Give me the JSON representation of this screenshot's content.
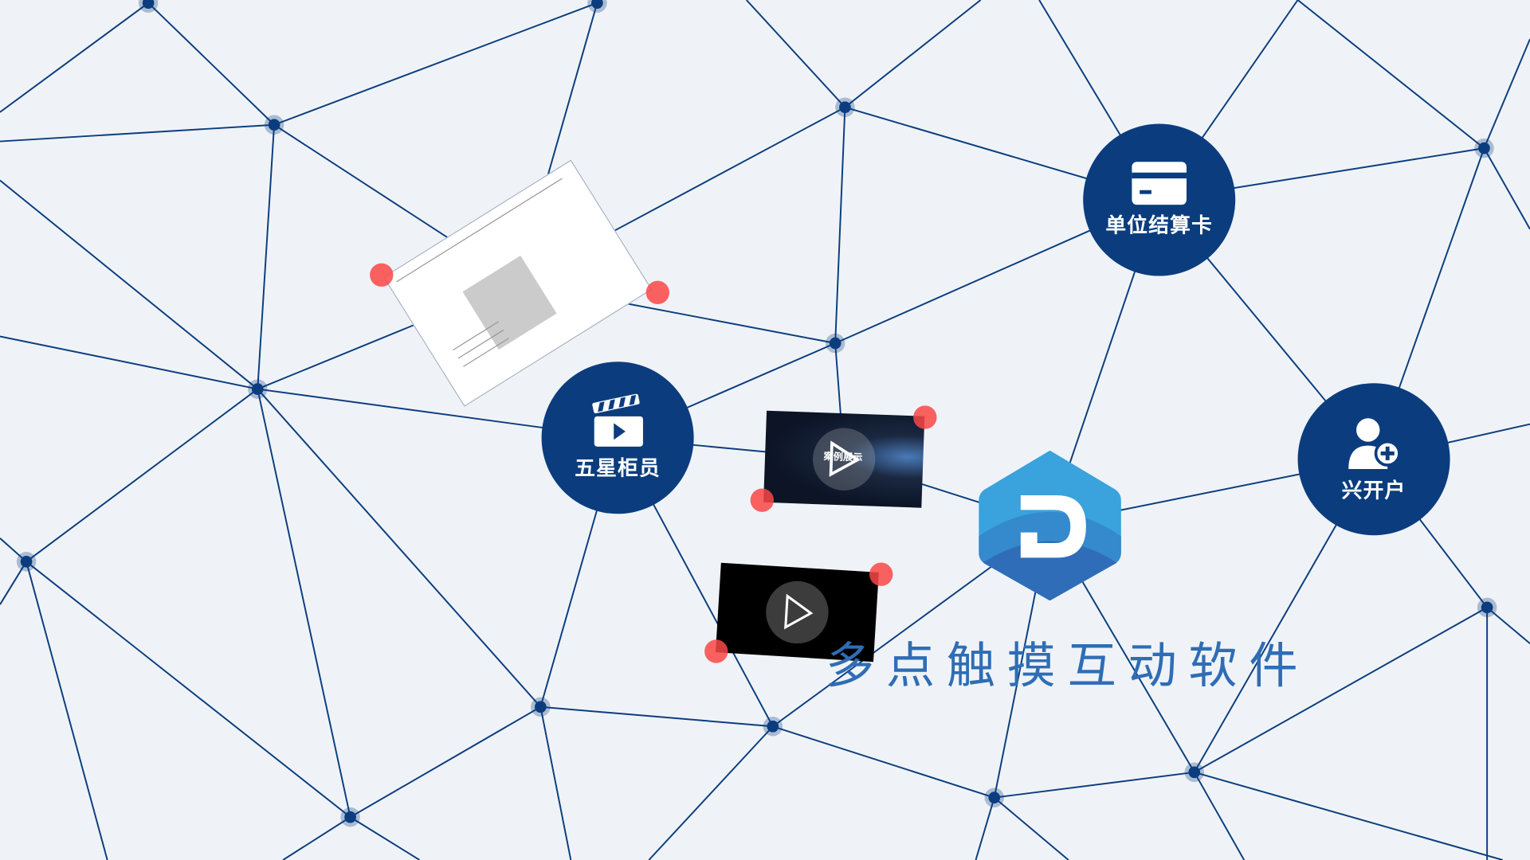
{
  "nodes_labels": {
    "teller": "五星柜员",
    "card": "单位结算卡",
    "account": "兴开户"
  },
  "video_caption": "案例展示",
  "title": "多点触摸互动软件",
  "colors": {
    "background": "#eff3f7",
    "node": "#0b3d7e",
    "line": "#0b3d7e",
    "title": "#2f6db5",
    "handle": "#f55a5a"
  },
  "icons": [
    "clapperboard-icon",
    "card-icon",
    "user-plus-icon",
    "play-icon",
    "logo-d-icon"
  ]
}
